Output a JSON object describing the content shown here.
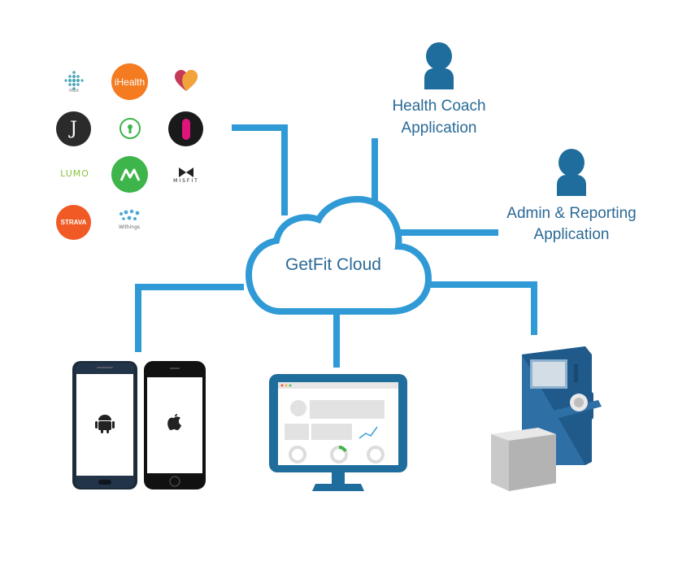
{
  "cloud": {
    "label": "GetFit Cloud"
  },
  "apps": [
    {
      "label_line1": "Health Coach",
      "label_line2": "Application",
      "icon": "person-icon"
    },
    {
      "label_line1": "Admin & Reporting",
      "label_line2": "Application",
      "icon": "person-icon"
    }
  ],
  "integrations": {
    "fitbit": "fitbit",
    "ihealth": "iHealth",
    "lumo": "LUMO",
    "misfit": "MISFIT",
    "strava": "STRAVA",
    "withings": "Withings"
  },
  "colors": {
    "line": "#2f9ad6",
    "label": "#2a6a96",
    "person": "#1f6d9c",
    "ihealth": "#f47b20",
    "strava": "#f15a24",
    "movesapp": "#3db54a",
    "misfit": "#222222"
  },
  "devices": [
    "android-phone",
    "iphone",
    "desktop-monitor",
    "health-kiosk"
  ]
}
